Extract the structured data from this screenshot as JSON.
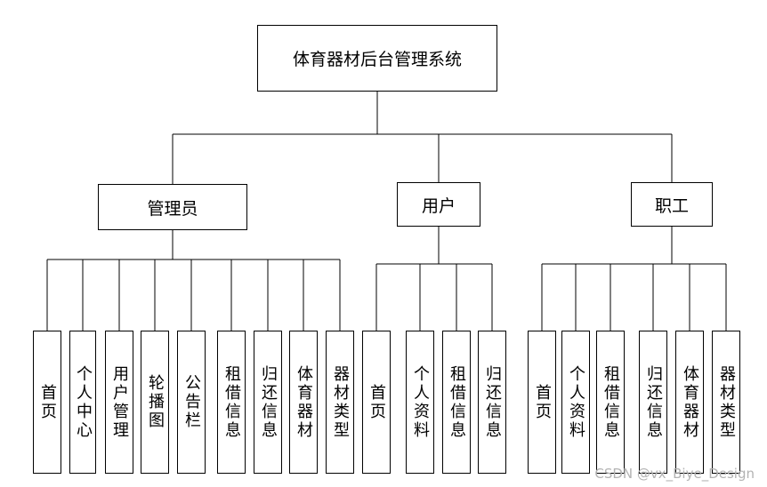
{
  "root": "体育器材后台管理系统",
  "branches": [
    {
      "label": "管理员",
      "items": [
        "首页",
        "个人中心",
        "用户管理",
        "轮播图",
        "公告栏",
        "租借信息",
        "归还信息",
        "体育器材",
        "器材类型"
      ]
    },
    {
      "label": "用户",
      "items": [
        "首页",
        "个人资料",
        "租借信息",
        "归还信息"
      ]
    },
    {
      "label": "职工",
      "items": [
        "首页",
        "个人资料",
        "租借信息",
        "归还信息",
        "体育器材",
        "器材类型"
      ]
    }
  ],
  "watermark": "CSDN @vx_Biye_Design"
}
